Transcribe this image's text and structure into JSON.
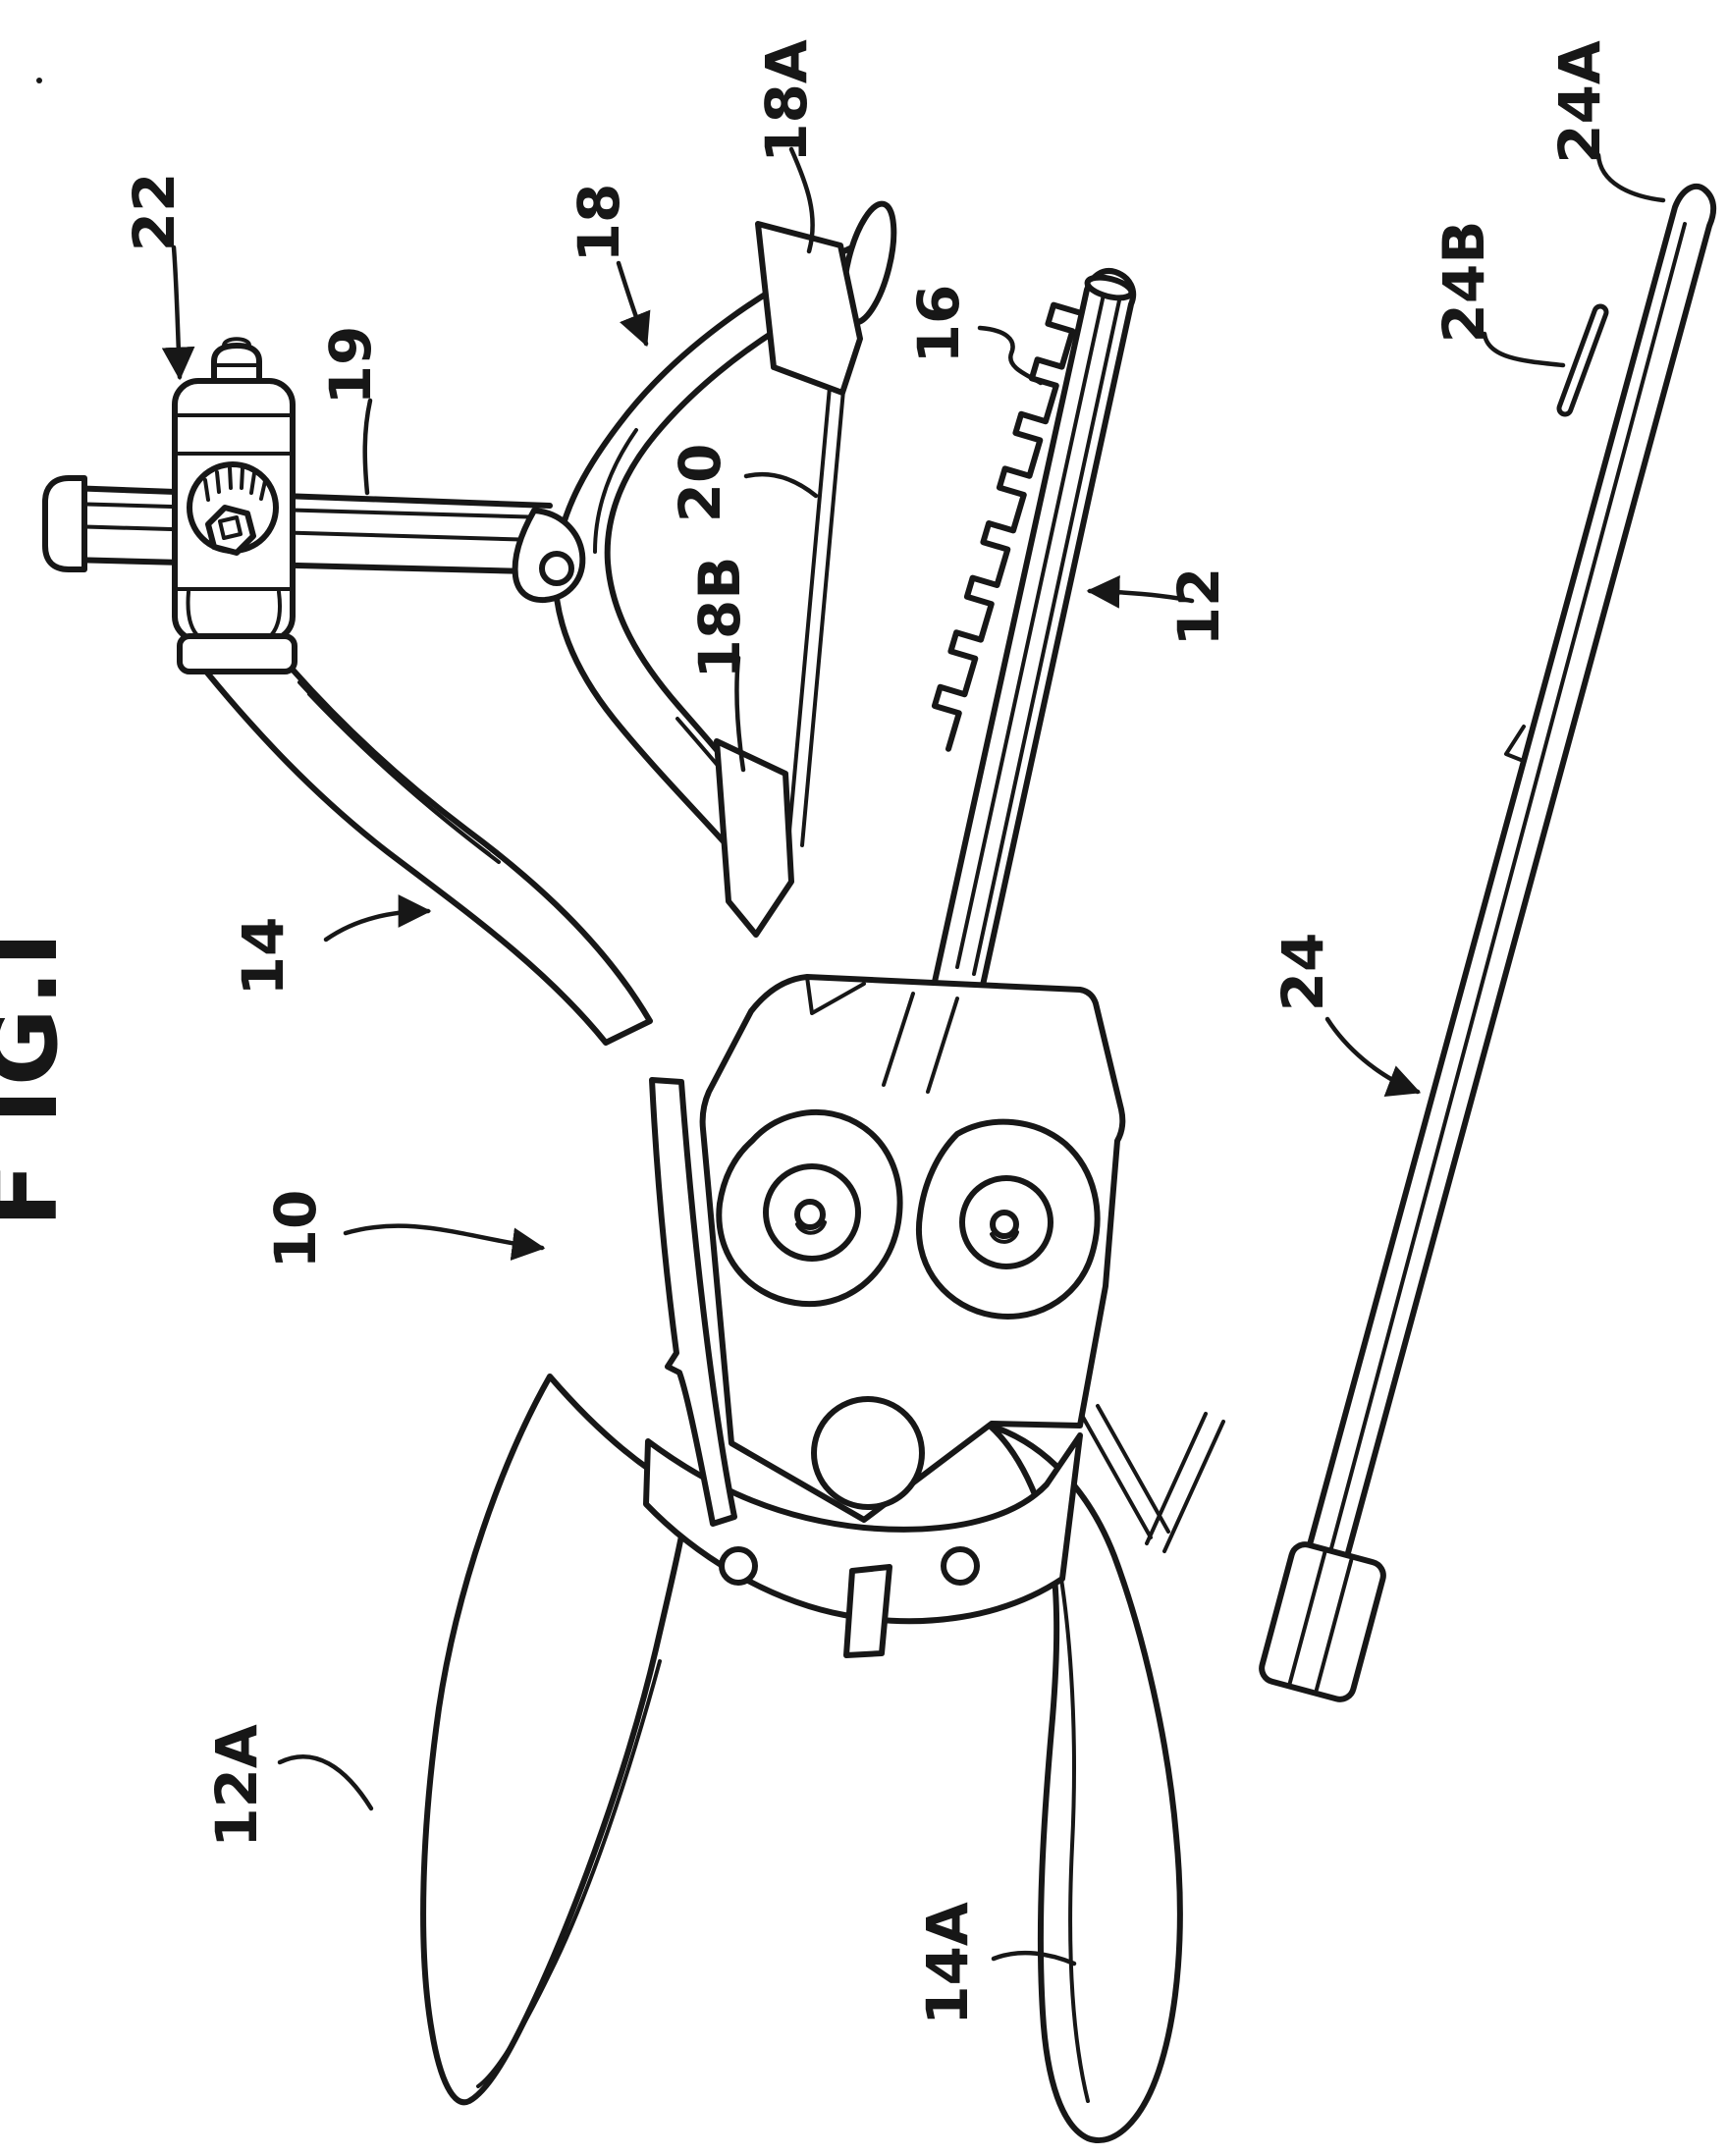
{
  "figure": {
    "title": "F IG.I"
  },
  "colors": {
    "ink": "#171717",
    "background": "#ffffff"
  },
  "labels": [
    {
      "id": "10",
      "text": "10",
      "points_to": "tool-assembly"
    },
    {
      "id": "12",
      "text": "12",
      "points_to": "toothed-jaw"
    },
    {
      "id": "12A",
      "text": "12A",
      "points_to": "left-handle-grip"
    },
    {
      "id": "14",
      "text": "14",
      "points_to": "curved-arm"
    },
    {
      "id": "14A",
      "text": "14A",
      "points_to": "right-handle-grip"
    },
    {
      "id": "16",
      "text": "16",
      "points_to": "rack-teeth"
    },
    {
      "id": "18",
      "text": "18",
      "points_to": "bow-member"
    },
    {
      "id": "18A",
      "text": "18A",
      "points_to": "upper-tab"
    },
    {
      "id": "18B",
      "text": "18B",
      "points_to": "lower-tab"
    },
    {
      "id": "19",
      "text": "19",
      "points_to": "cross-bar"
    },
    {
      "id": "20",
      "text": "20",
      "points_to": "stretched-band"
    },
    {
      "id": "22",
      "text": "22",
      "points_to": "clamp-block"
    },
    {
      "id": "24",
      "text": "24",
      "points_to": "applicator-rod"
    },
    {
      "id": "24A",
      "text": "24A",
      "points_to": "rod-tip"
    },
    {
      "id": "24B",
      "text": "24B",
      "points_to": "rod-slot"
    }
  ]
}
